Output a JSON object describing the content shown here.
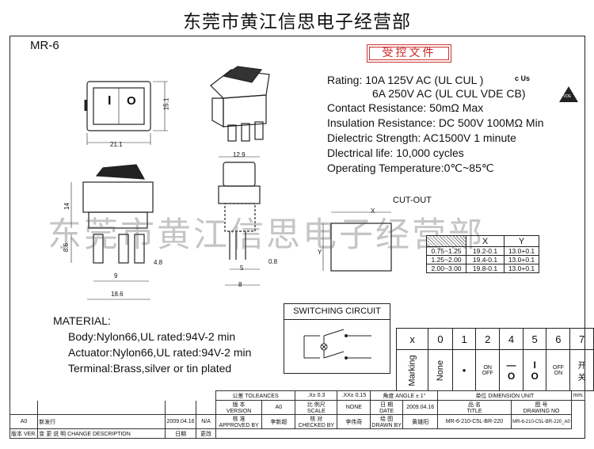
{
  "header": {
    "title": "东莞市黄江信思电子经营部",
    "model": "MR-6",
    "stamp": "受控文件"
  },
  "watermark": "东莞市黄江信思电子经营部",
  "specs": [
    "Rating: 10A 125V AC (UL  CUL  )",
    "6A 250V AC (UL  CUL  VDE  CB)",
    "Contact Resistance: 50mΩ Max",
    "Insulation Resistance: DC 500V 100MΩ Min",
    "Dielectric Strength: AC1500V 1 minute",
    "Dlectrical life: 10,000 cycles",
    "Operating Temperature:0℃~85℃"
  ],
  "cert_marks": {
    "ul": "c Us",
    "vde": "VDE"
  },
  "dimensions": {
    "w_top": "21.1",
    "h_top": "15.1",
    "w_side": "12.9",
    "h1": "14",
    "h2": "8.6",
    "pin_gap": "4.8",
    "pin_w": "0.8",
    "pitch": "9",
    "base_w": "18.6",
    "pin_len": "5",
    "body_w": "8",
    "symbol_o": "O",
    "symbol_i": "I"
  },
  "cutout": {
    "title": "CUT-OUT",
    "x_label": "X",
    "y_label": "Y",
    "headers": [
      "",
      "X",
      "Y"
    ],
    "rows": [
      [
        "0.75~1.25",
        "19.2-0.1",
        "13.0+0.1"
      ],
      [
        "1.25~2.00",
        "19.4-0.1",
        "13.0+0.1"
      ],
      [
        "2.00~3.00",
        "19.8-0.1",
        "13.0+0.1"
      ]
    ]
  },
  "material": {
    "title": "MATERIAL:",
    "lines": [
      "Body:Nylon66,UL rated:94V-2 min",
      "Actuator:Nylon66,UL rated:94V-2 min",
      "Terminal:Brass,silver or tin plated"
    ]
  },
  "switching": {
    "title": "SWITCHING CIRCUIT"
  },
  "options": {
    "header": [
      "x",
      "0",
      "1",
      "2",
      "4",
      "5",
      "6",
      "7"
    ],
    "marking_label": "Marking",
    "cells": [
      "None",
      "•",
      "ON\nOFF",
      "—\nO",
      "I\nO",
      "OFF\nON",
      "开\n关"
    ]
  },
  "titleblock": {
    "tol": "公差 TOLEANCES",
    "tol1": ".X± 0.3",
    "tol2": ".XX± 0.15",
    "angle": "角度 ANGLE ± 1°",
    "unit": "单位  DIMENSION UNIT",
    "unit_v": "mm.",
    "version_cn": "版 本",
    "version": "VERSION",
    "version_v": "A0",
    "scale_cn": "比 例尺",
    "scale": "SCALE",
    "scale_v": "NONE",
    "date_cn": "日 期",
    "date": "DATE",
    "date_v": "2009.04.16",
    "title_cn": "品    名",
    "title_en": "TITLE",
    "dno_cn": "图    号",
    "dno": "DRAWING NO",
    "rev": "A0",
    "rev_desc": "新发行",
    "rev_date": "2009.04.16",
    "rev_na": "N/A",
    "approve_cn": "核 准",
    "approve": "APPROVED BY",
    "approve_v": "李新超",
    "check_cn": "核 对",
    "check": "CHECKED BY",
    "check_v": "李伟奇",
    "draw_cn": "绘 图",
    "draw": "DRAWN BY",
    "draw_v": "黄雄阳",
    "part": "MR-6-210-C5L-BR-220",
    "part2": "MR-6-210-C5L-BR-220_A0",
    "l_ver": "版本 VER.",
    "l_desc": "变 更 说 明  CHANGE DESCRIPTION",
    "l_date": "日期",
    "l_by": "更改"
  }
}
